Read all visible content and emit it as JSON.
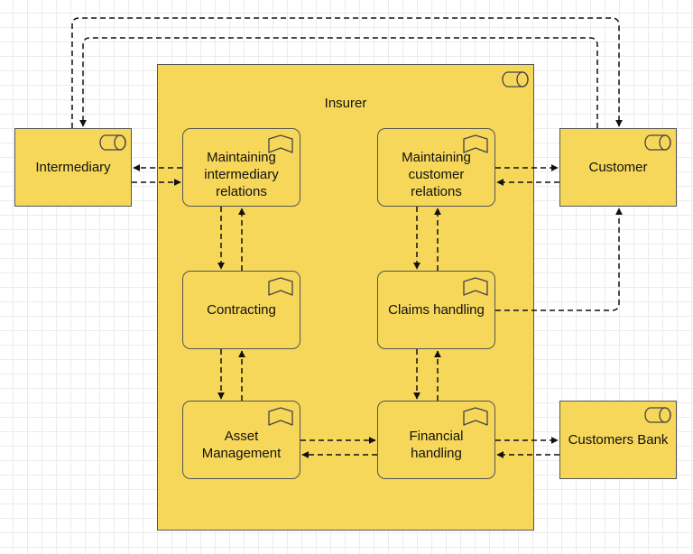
{
  "diagram": {
    "container": {
      "label": "Insurer",
      "icon": "role-icon"
    },
    "actors": {
      "intermediary": {
        "label": "Intermediary",
        "icon": "role-icon"
      },
      "customer": {
        "label": "Customer",
        "icon": "role-icon"
      },
      "customers_bank": {
        "label": "Customers Bank",
        "icon": "role-icon"
      }
    },
    "functions": {
      "maintaining_intermediary_relations": {
        "label": "Maintaining\nintermediary\nrelations",
        "icon": "function-icon"
      },
      "maintaining_customer_relations": {
        "label": "Maintaining\ncustomer\nrelations",
        "icon": "function-icon"
      },
      "contracting": {
        "label": "Contracting",
        "icon": "function-icon"
      },
      "claims_handling": {
        "label": "Claims handling",
        "icon": "function-icon"
      },
      "asset_management": {
        "label": "Asset\nManagement",
        "icon": "function-icon"
      },
      "financial_handling": {
        "label": "Financial\nhandling",
        "icon": "function-icon"
      }
    },
    "connections": [
      {
        "from": "Intermediary",
        "to": "Customer",
        "style": "dashed"
      },
      {
        "from": "Customer",
        "to": "Intermediary",
        "style": "dashed"
      },
      {
        "from": "Maintaining intermediary relations",
        "to": "Intermediary",
        "style": "dashed"
      },
      {
        "from": "Intermediary",
        "to": "Maintaining intermediary relations",
        "style": "dashed"
      },
      {
        "from": "Maintaining customer relations",
        "to": "Customer",
        "style": "dashed"
      },
      {
        "from": "Customer",
        "to": "Maintaining customer relations",
        "style": "dashed"
      },
      {
        "from": "Maintaining intermediary relations",
        "to": "Contracting",
        "style": "dashed"
      },
      {
        "from": "Contracting",
        "to": "Maintaining intermediary relations",
        "style": "dashed"
      },
      {
        "from": "Contracting",
        "to": "Asset Management",
        "style": "dashed"
      },
      {
        "from": "Asset Management",
        "to": "Contracting",
        "style": "dashed"
      },
      {
        "from": "Maintaining customer relations",
        "to": "Claims handling",
        "style": "dashed"
      },
      {
        "from": "Claims handling",
        "to": "Maintaining customer relations",
        "style": "dashed"
      },
      {
        "from": "Claims handling",
        "to": "Financial handling",
        "style": "dashed"
      },
      {
        "from": "Financial handling",
        "to": "Claims handling",
        "style": "dashed"
      },
      {
        "from": "Claims handling",
        "to": "Customer",
        "style": "dashed"
      },
      {
        "from": "Asset Management",
        "to": "Financial handling",
        "style": "dashed"
      },
      {
        "from": "Financial handling",
        "to": "Asset Management",
        "style": "dashed"
      },
      {
        "from": "Financial handling",
        "to": "Customers Bank",
        "style": "dashed"
      },
      {
        "from": "Customers Bank",
        "to": "Financial handling",
        "style": "dashed"
      }
    ],
    "colors": {
      "fill": "#f6d75a",
      "stroke": "#555555",
      "edge": "#111111"
    }
  }
}
